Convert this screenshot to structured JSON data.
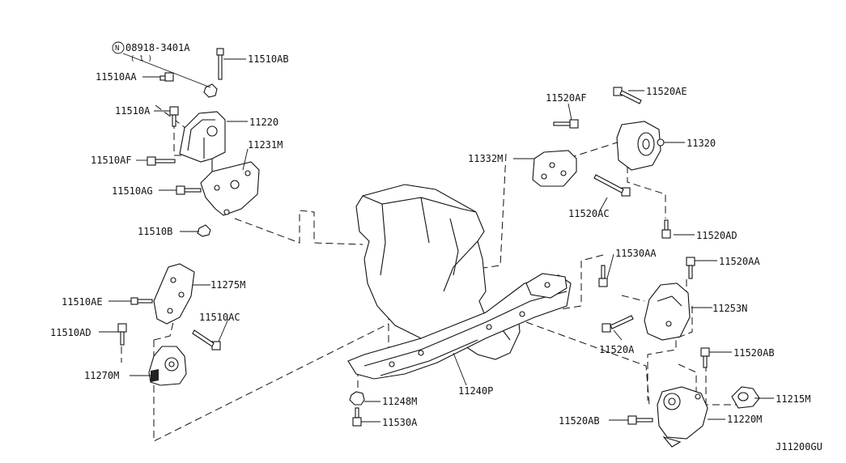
{
  "diagram": {
    "drawing_code": "J11200GU",
    "labels": {
      "p08918": "08918-3401A",
      "p08918_qty": "( 1 )",
      "p08918_prefix": "N",
      "p11510AB": "11510AB",
      "p11510AA": "11510AA",
      "p11510A": "11510A",
      "p11220": "11220",
      "p11231M": "11231M",
      "p11510AF": "11510AF",
      "p11510AG": "11510AG",
      "p11510B": "11510B",
      "p11520AF": "11520AF",
      "p11520AE": "11520AE",
      "p11332M": "11332M",
      "p11320": "11320",
      "p11520AC": "11520AC",
      "p11520AD": "11520AD",
      "p11530AA": "11530AA",
      "p11520AA": "11520AA",
      "p11275M": "11275M",
      "p11510AE": "11510AE",
      "p11510AC": "11510AC",
      "p11253N": "11253N",
      "p11510AD": "11510AD",
      "p11520A": "11520A",
      "p11520AB_a": "11520AB",
      "p11270M": "11270M",
      "p11240P": "11240P",
      "p11248M": "11248M",
      "p11215M": "11215M",
      "p11530A": "11530A",
      "p11520AB_b": "11520AB",
      "p11220M": "11220M"
    }
  }
}
